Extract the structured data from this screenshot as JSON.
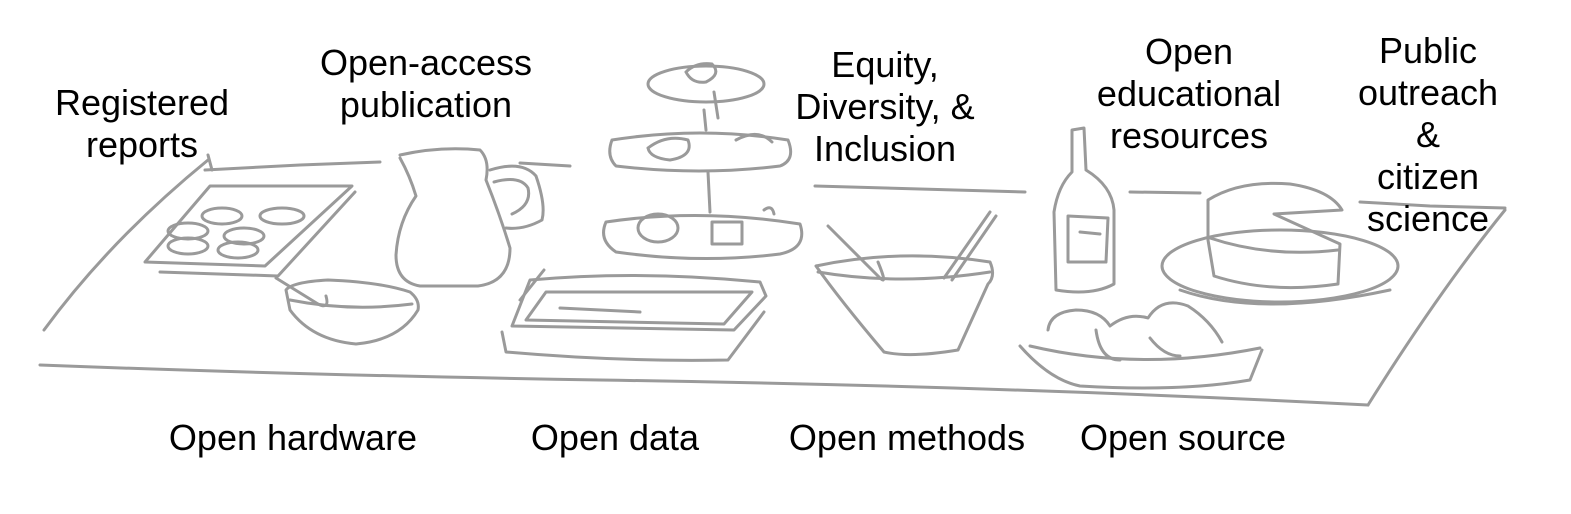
{
  "labels": {
    "registered_reports": "Registered\nreports",
    "open_access_publication": "Open-access\npublication",
    "equity_diversity_inclusion": "Equity,\nDiversity, &\nInclusion",
    "open_educational_resources": "Open\neducational\nresources",
    "public_outreach": "Public\noutreach &\ncitizen\nscience",
    "open_hardware": "Open hardware",
    "open_data": "Open data",
    "open_methods": "Open methods",
    "open_source": "Open source"
  },
  "colors": {
    "sketch_stroke": "#9a9a9a",
    "text": "#000000",
    "background": "#ffffff"
  }
}
